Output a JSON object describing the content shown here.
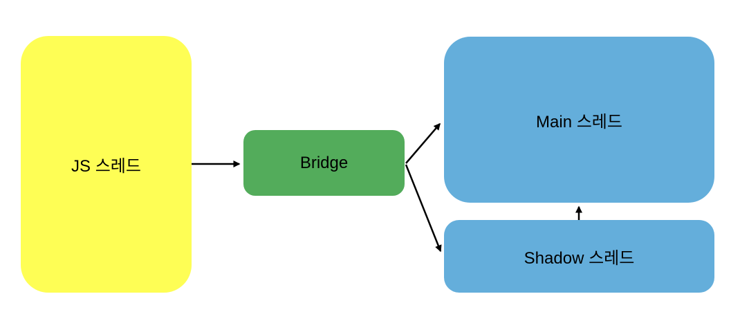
{
  "diagram": {
    "nodes": [
      {
        "id": "js-thread",
        "label": "JS 스레드",
        "color": "#fefe55"
      },
      {
        "id": "bridge",
        "label": "Bridge",
        "color": "#53ac5b"
      },
      {
        "id": "main-thread",
        "label": "Main 스레드",
        "color": "#64aedb"
      },
      {
        "id": "shadow-thread",
        "label": "Shadow 스레드",
        "color": "#64aedb"
      }
    ],
    "edges": [
      {
        "from": "JS 스레드",
        "to": "Bridge",
        "direction": "right"
      },
      {
        "from": "Bridge",
        "to": "Main 스레드",
        "direction": "up-right"
      },
      {
        "from": "Bridge",
        "to": "Shadow 스레드",
        "direction": "down-right"
      },
      {
        "from": "Shadow 스레드",
        "to": "Main 스레드",
        "direction": "up"
      }
    ],
    "colors": {
      "background": "#ffffff",
      "arrow": "#000000",
      "text": "#000000",
      "js_thread_fill": "#fefe55",
      "bridge_fill": "#53ac5b",
      "thread_fill": "#64aedb"
    }
  }
}
